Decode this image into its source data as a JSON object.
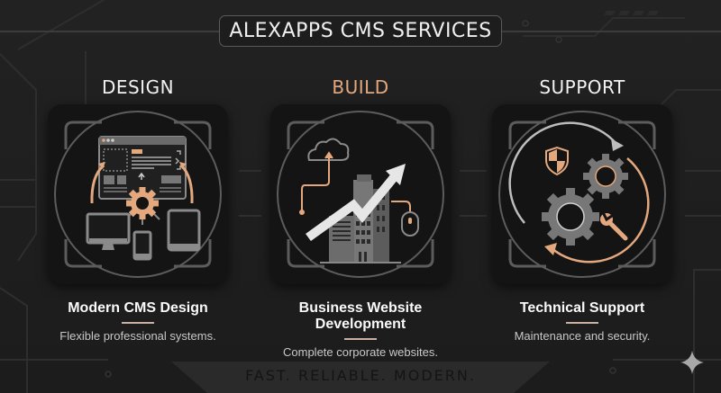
{
  "header": {
    "title": "ALEXAPPS CMS SERVICES"
  },
  "colors": {
    "background": "#1f1f1f",
    "tile": "#141414",
    "accent": "#e3a87e",
    "icon_gray": "#8a8a8a",
    "text_primary": "#fafafa",
    "text_secondary": "#c8c8c8",
    "underline": "#c9b0a3"
  },
  "columns": [
    {
      "heading": "DESIGN",
      "icon": "cms-design-devices-icon",
      "service_name": "Modern CMS Design",
      "description": "Flexible professional systems."
    },
    {
      "heading": "BUILD",
      "icon": "business-growth-building-icon",
      "service_name": "Business Website Development",
      "description": "Complete corporate websites."
    },
    {
      "heading": "SUPPORT",
      "icon": "gears-maintenance-icon",
      "service_name": "Technical Support",
      "description": "Maintenance and security."
    }
  ],
  "footer": {
    "tagline": "FAST. RELIABLE. MODERN."
  },
  "decor": {
    "corner_icon": "sparkle-icon"
  }
}
